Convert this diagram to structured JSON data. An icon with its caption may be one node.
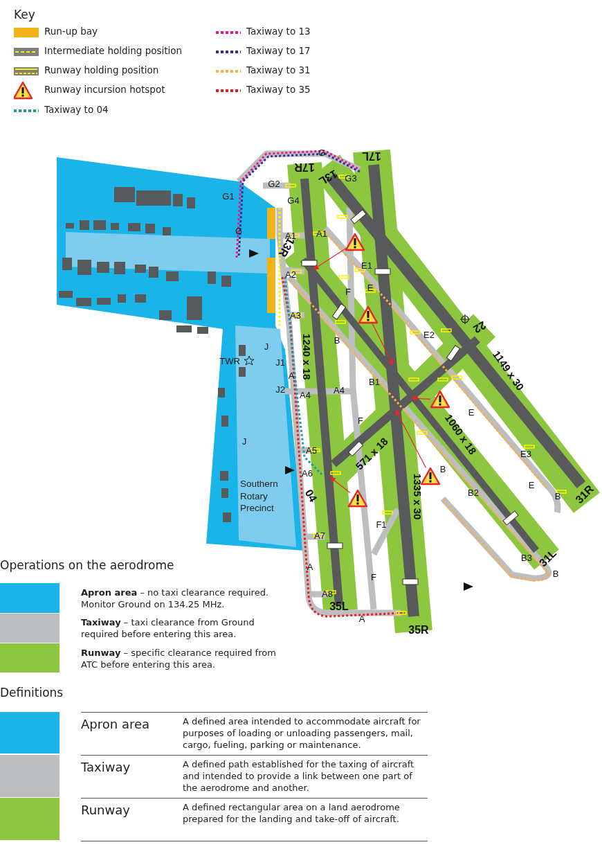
{
  "diagram": {
    "nodes": [
      {
        "text": [],
        "shape": "triangle"
      },
      {
        "text": [],
        "shape": "triangle"
      },
      {
        "text": [],
        "shape": "triangle"
      },
      {
        "text": [],
        "shape": "triangle"
      },
      {
        "text": [],
        "shape": "triangle"
      }
    ],
    "edges": [
      {
        "from": 0,
        "to": null,
        "arrow": "to"
      },
      {
        "from": 1,
        "to": null,
        "arrow": "to"
      },
      {
        "from": 2,
        "to": null,
        "arrow": "to"
      },
      {
        "from": 3,
        "to": null,
        "arrow": "to"
      },
      {
        "from": 4,
        "to": null,
        "arrow": "to"
      }
    ],
    "labels": [
      "Key",
      "G",
      "17R",
      "13L",
      "17L",
      "G3",
      "G2",
      "G1",
      "G4",
      "G",
      "A1",
      "A1",
      "13R",
      "A2",
      "E1",
      "E",
      "F",
      "A3",
      "E2",
      "22",
      "B",
      "J",
      "TWR",
      "J1",
      "1240 x 18",
      "1149 x 30",
      "A",
      "B1",
      "J2",
      "A4",
      "A4",
      "E",
      "1060 x 18",
      "F",
      "J",
      "A5",
      "571 x 18",
      "E3",
      "1335 x 30",
      "A6",
      "B",
      "04",
      "E",
      "B2",
      "B",
      "31R",
      "Southern Rotary Precinct",
      "F1",
      "A7",
      "31L",
      "A",
      "B3",
      "F",
      "A8",
      "B",
      "35L",
      "A",
      "35R",
      "Operations on the aerodrome",
      "Definitions",
      "A defined area intended to accommodate aircraft for purposes of loading or unloading passengers, mail, cargo, fueling, parking or maintenance.",
      "A defined path established for the taxing of aircraft and intended to provide a link between one part of the aerodrome and another.",
      "A defined rectangular area on a land aerodrome prepared for the landing and take-off of aircraft."
    ],
    "legend": [
      {
        "text": "Run-up bay",
        "color": "#f0b31a"
      },
      {
        "text": "Intermediate holding position"
      },
      {
        "text": "Runway holding position"
      },
      {
        "text": "Runway incursion hotspot"
      },
      {
        "text": "Taxiway to 04"
      },
      {
        "text": "Taxiway to 13"
      },
      {
        "text": "Taxiway to 17"
      },
      {
        "text": "Taxiway to 31"
      },
      {
        "text": "Taxiway to 35"
      },
      {
        "text": "**Apron area** – no taxi clearance required. Monitor Ground on 134.25 MHz.",
        "color": "#1ab4e8"
      },
      {
        "text": "**Taxiway** – taxi clearance from Ground required before entering this area.",
        "color": "#bcbec0"
      },
      {
        "text": "**Runway** – specific clearance required from ATC before entering this area.",
        "color": "#8dc63f"
      },
      {
        "text": "Apron area",
        "color": "#1ab4e8"
      },
      {
        "text": "Taxiway",
        "color": "#bcbec0"
      },
      {
        "text": "Runway",
        "color": "#8dc63f"
      }
    ]
  }
}
